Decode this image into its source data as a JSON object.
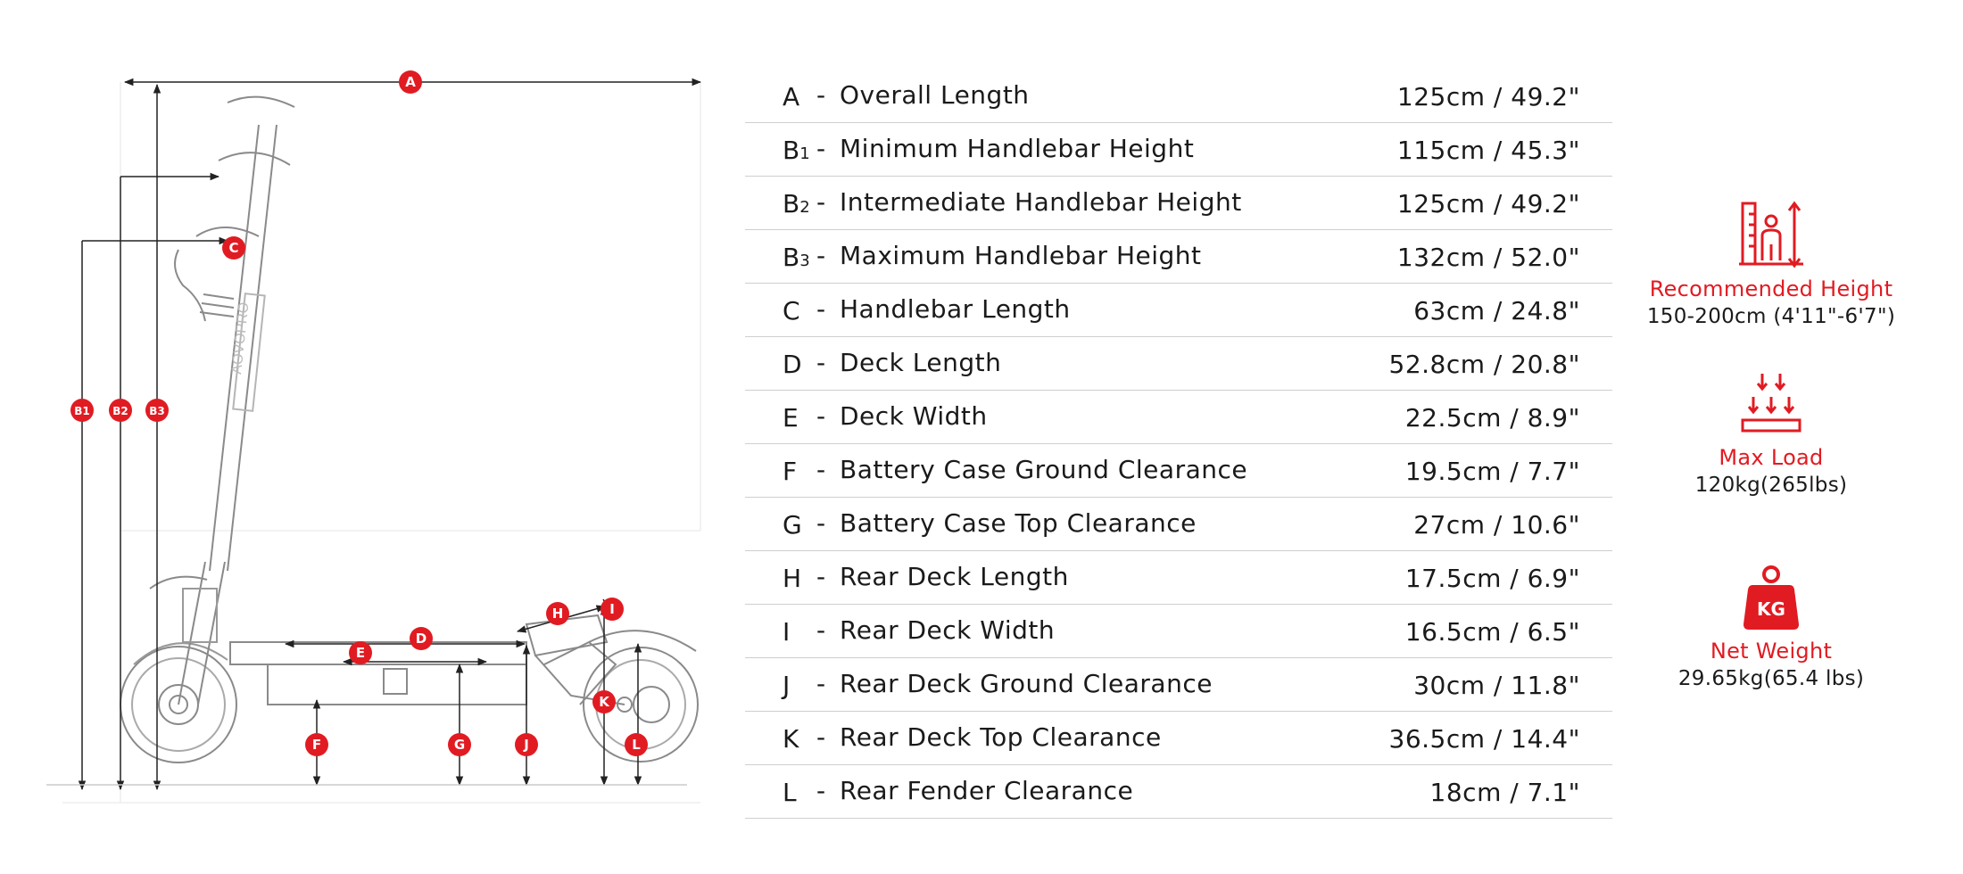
{
  "diagram": {
    "markers": {
      "a": "A",
      "b1": "B1",
      "b2": "B2",
      "b3": "B3",
      "c": "C",
      "d": "D",
      "e": "E",
      "f": "F",
      "g": "G",
      "h": "H",
      "i": "I",
      "j": "J",
      "k": "K",
      "l": "L"
    },
    "scooter_stem_text": "AOVOPRO",
    "accent_color": "#e11b22"
  },
  "specs": [
    {
      "code": "A",
      "sub": "",
      "label": "Overall Length",
      "value": "125cm / 49.2\""
    },
    {
      "code": "B",
      "sub": "1",
      "label": "Minimum Handlebar Height",
      "value": "115cm / 45.3\""
    },
    {
      "code": "B",
      "sub": "2",
      "label": "Intermediate Handlebar Height",
      "value": "125cm / 49.2\""
    },
    {
      "code": "B",
      "sub": "3",
      "label": "Maximum Handlebar Height",
      "value": "132cm / 52.0\""
    },
    {
      "code": "C",
      "sub": "",
      "label": "Handlebar Length",
      "value": "63cm / 24.8\""
    },
    {
      "code": "D",
      "sub": "",
      "label": "Deck Length",
      "value": "52.8cm / 20.8\""
    },
    {
      "code": "E",
      "sub": "",
      "label": "Deck Width",
      "value": "22.5cm / 8.9\""
    },
    {
      "code": "F",
      "sub": "",
      "label": "Battery Case Ground Clearance",
      "value": "19.5cm / 7.7\""
    },
    {
      "code": "G",
      "sub": "",
      "label": "Battery Case Top Clearance",
      "value": "27cm / 10.6\""
    },
    {
      "code": "H",
      "sub": "",
      "label": "Rear Deck Length",
      "value": "17.5cm / 6.9\""
    },
    {
      "code": "I",
      "sub": "",
      "label": "Rear Deck Width",
      "value": "16.5cm / 6.5\""
    },
    {
      "code": "J",
      "sub": "",
      "label": "Rear Deck Ground Clearance",
      "value": "30cm / 11.8\""
    },
    {
      "code": "K",
      "sub": "",
      "label": "Rear Deck Top Clearance",
      "value": "36.5cm / 14.4\""
    },
    {
      "code": "L",
      "sub": "",
      "label": "Rear Fender Clearance",
      "value": "18cm / 7.1\""
    }
  ],
  "stats": {
    "height": {
      "title": "Recommended Height",
      "value": "150-200cm (4'11\"-6'7\")",
      "icon": "person-height-icon"
    },
    "load": {
      "title": "Max Load",
      "value": "120kg(265lbs)",
      "icon": "max-load-icon"
    },
    "weight": {
      "title": "Net Weight",
      "value": "29.65kg(65.4 lbs)",
      "icon": "weight-kg-icon",
      "icon_text": "KG"
    }
  }
}
